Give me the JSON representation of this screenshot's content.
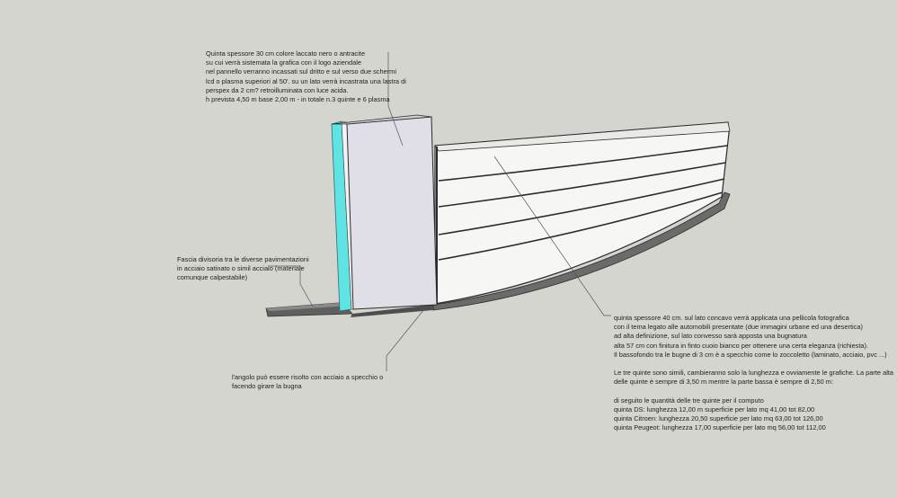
{
  "notes": {
    "top": [
      "Quinta spessore 30 cm colore laccato nero o antracite",
      "su cui verrà sistemata la grafica con il logo aziendale",
      "nel pannello verranno incassati sul dritto e sul verso due schermi",
      "lcd o plasma superiori al 50'. su un lato verrà incastrata una lastra di",
      "perspex da 2 cm? retroilluminata con luce acida.",
      "h prevista 4,50 m base 2,00 m - in totale n.3 quinte e 6 plasma"
    ],
    "left": [
      "Fascia divisoria tra le diverse pavimentazioni",
      "in acciaio satinato  o simil acciaio  (materiale",
      "comunque calpestabile)"
    ],
    "bottom": [
      "l'angolo può essere risolto con acciaio a specchio o",
      "facendo girare la bugna"
    ],
    "right": [
      "quinta spessore 40 cm. sul lato concavo verrà applicata una pellicola fotografica",
      "con il tema legato alle automobili presentate (due immagini urbane ed una desertica)",
      "ad alta definizione, sul lato convesso sarà apposta una bugnatura",
      "alta 57 cm con finitura in finto cuoio bianco per ottenere una certa eleganza  (richiesta).",
      "Il bassofondo tra le bugne di 3 cm è a specchio come lo zoccoletto (laminato, acciaio, pvc ...)",
      "",
      "Le tre quinte sono simili, cambieranno solo la lunghezza e ovviamente le grafiche. La parte alta",
      "delle quinte è sempre di 3,50 m mentre la parte bassa è sempre di 2,50 m:",
      "",
      "di seguito le quantità delle tre quinte per il computo",
      "quinta DS: lunghezza 12,00 m   superficie per lato mq  41,00   tot 82,00",
      "quinta Citroen: lunghezza 20,50  superficie per lato mq  63,00   tot 126,00",
      "quinta Peugeot: lunghezza 17,00  superficie per lato mq  56,00   tot 112,00"
    ]
  },
  "colors": {
    "background": "#d5d5cf",
    "panel_face": "#e0dee6",
    "panel_side": "#f3f2f6",
    "perspex_strip": "#5fe3e3",
    "curved_wall": "#f6f6f4",
    "wall_edge": "#2b2b2b",
    "floor_strip": "#5f5f5f"
  }
}
